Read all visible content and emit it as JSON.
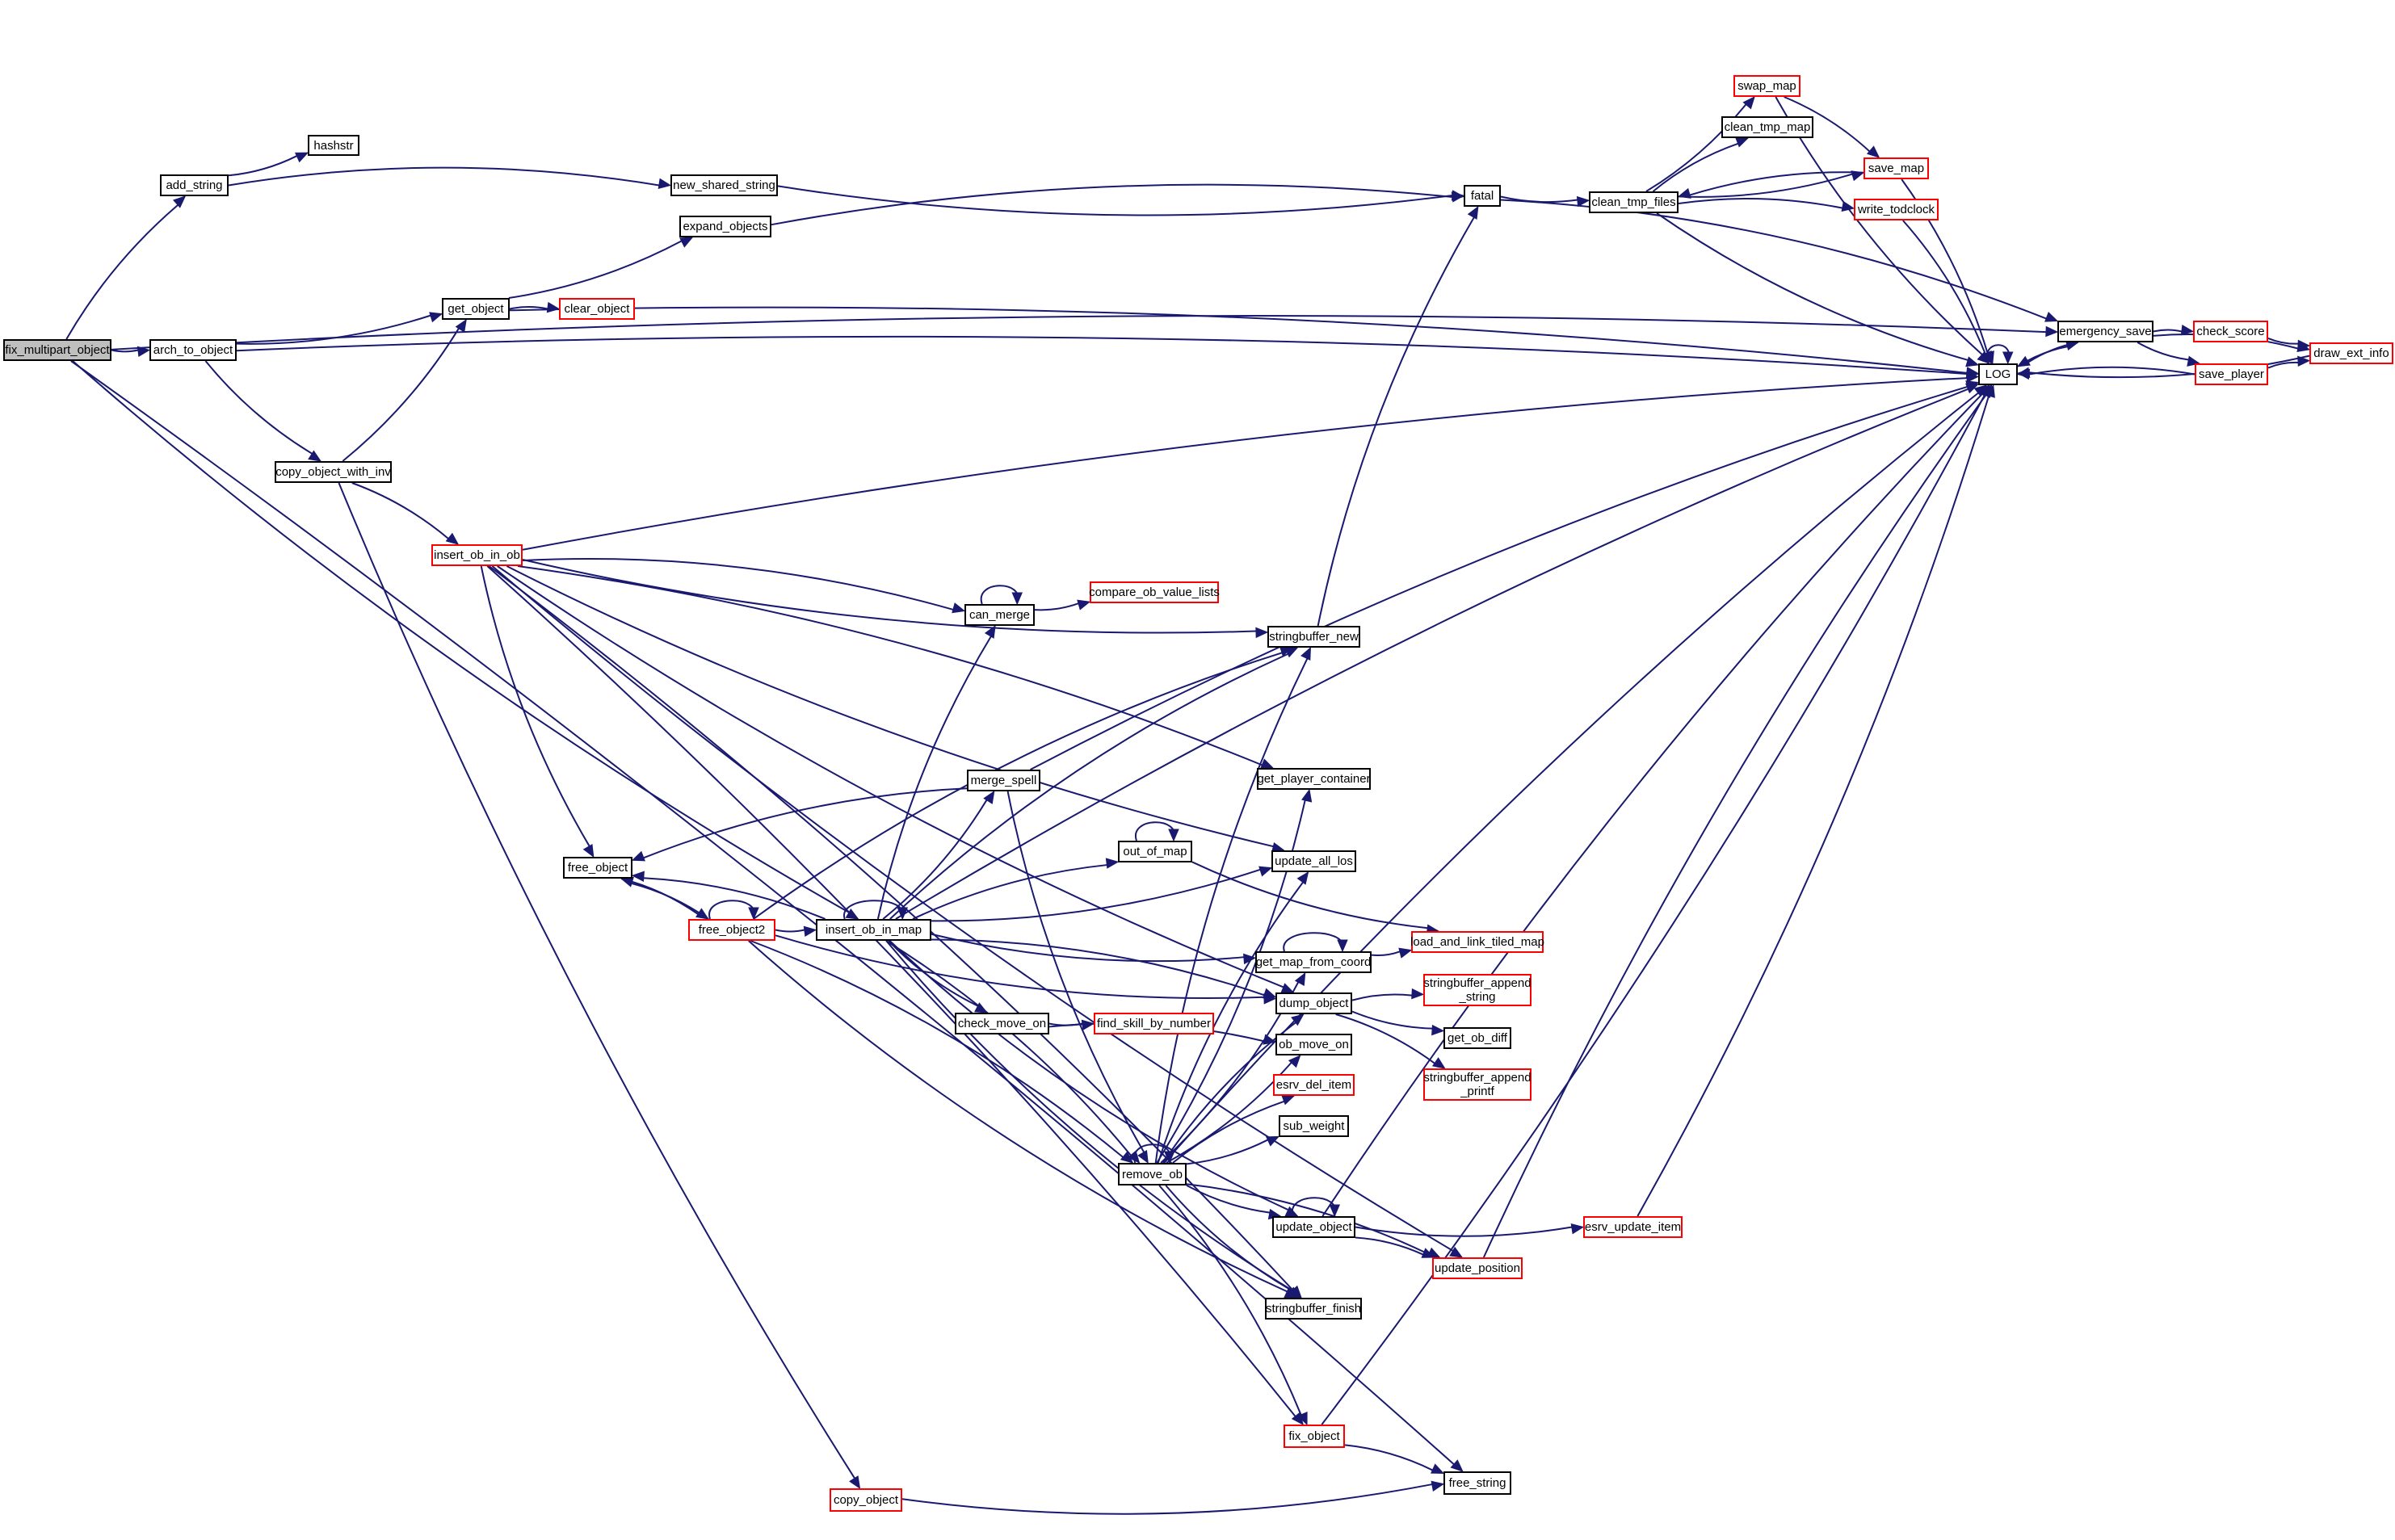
{
  "title": "fix_multipart_object call graph",
  "colors": {
    "edge": "#191970",
    "border": "#000000",
    "external_border": "#ff0000",
    "root_fill": "#bfbfbf"
  },
  "nodes": [
    {
      "id": "fix_multipart_object",
      "label": "fix_multipart_object",
      "kind": "root"
    },
    {
      "id": "add_string",
      "label": "add_string",
      "kind": "normal"
    },
    {
      "id": "hashstr",
      "label": "hashstr",
      "kind": "normal"
    },
    {
      "id": "new_shared_string",
      "label": "new_shared_string",
      "kind": "normal"
    },
    {
      "id": "expand_objects",
      "label": "expand_objects",
      "kind": "normal"
    },
    {
      "id": "fatal",
      "label": "fatal",
      "kind": "normal"
    },
    {
      "id": "clean_tmp_files",
      "label": "clean_tmp_files",
      "kind": "normal"
    },
    {
      "id": "swap_map",
      "label": "swap_map",
      "kind": "red"
    },
    {
      "id": "clean_tmp_map",
      "label": "clean_tmp_map",
      "kind": "normal"
    },
    {
      "id": "save_map",
      "label": "save_map",
      "kind": "red"
    },
    {
      "id": "write_todclock",
      "label": "write_todclock",
      "kind": "red"
    },
    {
      "id": "LOG",
      "label": "LOG",
      "kind": "normal"
    },
    {
      "id": "emergency_save",
      "label": "emergency_save",
      "kind": "normal"
    },
    {
      "id": "check_score",
      "label": "check_score",
      "kind": "red"
    },
    {
      "id": "save_player",
      "label": "save_player",
      "kind": "red"
    },
    {
      "id": "draw_ext_info",
      "label": "draw_ext_info",
      "kind": "red"
    },
    {
      "id": "arch_to_object",
      "label": "arch_to_object",
      "kind": "normal"
    },
    {
      "id": "get_object",
      "label": "get_object",
      "kind": "normal"
    },
    {
      "id": "clear_object",
      "label": "clear_object",
      "kind": "red"
    },
    {
      "id": "copy_object_with_inv",
      "label": "copy_object_with_inv",
      "kind": "normal"
    },
    {
      "id": "insert_ob_in_ob",
      "label": "insert_ob_in_ob",
      "kind": "red"
    },
    {
      "id": "can_merge",
      "label": "can_merge",
      "kind": "normal"
    },
    {
      "id": "compare_ob_value_lists",
      "label": "compare_ob_value_lists",
      "kind": "red"
    },
    {
      "id": "stringbuffer_new",
      "label": "stringbuffer_new",
      "kind": "normal"
    },
    {
      "id": "merge_spell",
      "label": "merge_spell",
      "kind": "normal"
    },
    {
      "id": "get_player_container",
      "label": "get_player_container",
      "kind": "normal"
    },
    {
      "id": "out_of_map",
      "label": "out_of_map",
      "kind": "normal"
    },
    {
      "id": "update_all_los",
      "label": "update_all_los",
      "kind": "normal"
    },
    {
      "id": "free_object",
      "label": "free_object",
      "kind": "normal"
    },
    {
      "id": "free_object2",
      "label": "free_object2",
      "kind": "red"
    },
    {
      "id": "insert_ob_in_map",
      "label": "insert_ob_in_map",
      "kind": "normal"
    },
    {
      "id": "get_map_from_coord",
      "label": "get_map_from_coord",
      "kind": "normal"
    },
    {
      "id": "load_and_link_tiled_map",
      "label": "load_and_link_tiled_map",
      "kind": "red"
    },
    {
      "id": "dump_object",
      "label": "dump_object",
      "kind": "normal"
    },
    {
      "id": "stringbuffer_append_string",
      "label": "stringbuffer_append\n_string",
      "kind": "red"
    },
    {
      "id": "get_ob_diff",
      "label": "get_ob_diff",
      "kind": "normal"
    },
    {
      "id": "stringbuffer_append_printf",
      "label": "stringbuffer_append\n_printf",
      "kind": "red"
    },
    {
      "id": "check_move_on",
      "label": "check_move_on",
      "kind": "normal"
    },
    {
      "id": "find_skill_by_number",
      "label": "find_skill_by_number",
      "kind": "red"
    },
    {
      "id": "ob_move_on",
      "label": "ob_move_on",
      "kind": "normal"
    },
    {
      "id": "esrv_del_item",
      "label": "esrv_del_item",
      "kind": "red"
    },
    {
      "id": "sub_weight",
      "label": "sub_weight",
      "kind": "normal"
    },
    {
      "id": "remove_ob",
      "label": "remove_ob",
      "kind": "normal"
    },
    {
      "id": "update_object",
      "label": "update_object",
      "kind": "normal"
    },
    {
      "id": "esrv_update_item",
      "label": "esrv_update_item",
      "kind": "red"
    },
    {
      "id": "update_position",
      "label": "update_position",
      "kind": "red"
    },
    {
      "id": "stringbuffer_finish",
      "label": "stringbuffer_finish",
      "kind": "normal"
    },
    {
      "id": "fix_object",
      "label": "fix_object",
      "kind": "red"
    },
    {
      "id": "copy_object",
      "label": "copy_object",
      "kind": "red"
    },
    {
      "id": "free_string",
      "label": "free_string",
      "kind": "normal"
    }
  ],
  "edges": [
    [
      "fix_multipart_object",
      "add_string"
    ],
    [
      "fix_multipart_object",
      "arch_to_object"
    ],
    [
      "fix_multipart_object",
      "emergency_save"
    ],
    [
      "fix_multipart_object",
      "insert_ob_in_map"
    ],
    [
      "fix_multipart_object",
      "free_string"
    ],
    [
      "add_string",
      "hashstr"
    ],
    [
      "add_string",
      "new_shared_string"
    ],
    [
      "new_shared_string",
      "fatal"
    ],
    [
      "expand_objects",
      "fatal"
    ],
    [
      "fatal",
      "clean_tmp_files"
    ],
    [
      "fatal",
      "emergency_save"
    ],
    [
      "clean_tmp_files",
      "swap_map"
    ],
    [
      "clean_tmp_files",
      "clean_tmp_map"
    ],
    [
      "clean_tmp_files",
      "save_map"
    ],
    [
      "clean_tmp_files",
      "write_todclock"
    ],
    [
      "clean_tmp_files",
      "LOG"
    ],
    [
      "swap_map",
      "save_map"
    ],
    [
      "swap_map",
      "LOG"
    ],
    [
      "save_map",
      "LOG"
    ],
    [
      "save_map",
      "clean_tmp_files"
    ],
    [
      "write_todclock",
      "LOG"
    ],
    [
      "LOG",
      "LOG"
    ],
    [
      "LOG",
      "emergency_save"
    ],
    [
      "emergency_save",
      "LOG"
    ],
    [
      "emergency_save",
      "check_score"
    ],
    [
      "emergency_save",
      "save_player"
    ],
    [
      "emergency_save",
      "draw_ext_info"
    ],
    [
      "check_score",
      "draw_ext_info"
    ],
    [
      "save_player",
      "draw_ext_info"
    ],
    [
      "save_player",
      "LOG"
    ],
    [
      "draw_ext_info",
      "LOG"
    ],
    [
      "arch_to_object",
      "get_object"
    ],
    [
      "arch_to_object",
      "LOG"
    ],
    [
      "arch_to_object",
      "copy_object_with_inv"
    ],
    [
      "get_object",
      "clear_object"
    ],
    [
      "get_object",
      "expand_objects"
    ],
    [
      "get_object",
      "LOG"
    ],
    [
      "copy_object_with_inv",
      "get_object"
    ],
    [
      "copy_object_with_inv",
      "insert_ob_in_ob"
    ],
    [
      "copy_object_with_inv",
      "copy_object"
    ],
    [
      "insert_ob_in_ob",
      "LOG"
    ],
    [
      "insert_ob_in_ob",
      "stringbuffer_new"
    ],
    [
      "insert_ob_in_ob",
      "get_player_container"
    ],
    [
      "insert_ob_in_ob",
      "update_all_los"
    ],
    [
      "insert_ob_in_ob",
      "can_merge"
    ],
    [
      "insert_ob_in_ob",
      "free_object"
    ],
    [
      "insert_ob_in_ob",
      "stringbuffer_finish"
    ],
    [
      "insert_ob_in_ob",
      "update_position"
    ],
    [
      "insert_ob_in_ob",
      "fix_object"
    ],
    [
      "insert_ob_in_ob",
      "dump_object"
    ],
    [
      "can_merge",
      "can_merge"
    ],
    [
      "can_merge",
      "compare_ob_value_lists"
    ],
    [
      "stringbuffer_new",
      "fatal"
    ],
    [
      "merge_spell",
      "free_object"
    ],
    [
      "merge_spell",
      "LOG"
    ],
    [
      "merge_spell",
      "remove_ob"
    ],
    [
      "out_of_map",
      "out_of_map"
    ],
    [
      "out_of_map",
      "load_and_link_tiled_map"
    ],
    [
      "free_object",
      "free_object2"
    ],
    [
      "free_object2",
      "free_object"
    ],
    [
      "free_object2",
      "free_object2"
    ],
    [
      "free_object2",
      "insert_ob_in_map"
    ],
    [
      "free_object2",
      "stringbuffer_new"
    ],
    [
      "free_object2",
      "dump_object"
    ],
    [
      "free_object2",
      "remove_ob"
    ],
    [
      "free_object2",
      "stringbuffer_finish"
    ],
    [
      "insert_ob_in_map",
      "insert_ob_in_map"
    ],
    [
      "insert_ob_in_map",
      "free_object"
    ],
    [
      "insert_ob_in_map",
      "can_merge"
    ],
    [
      "insert_ob_in_map",
      "merge_spell"
    ],
    [
      "insert_ob_in_map",
      "out_of_map"
    ],
    [
      "insert_ob_in_map",
      "update_all_los"
    ],
    [
      "insert_ob_in_map",
      "LOG"
    ],
    [
      "insert_ob_in_map",
      "get_map_from_coord"
    ],
    [
      "insert_ob_in_map",
      "dump_object"
    ],
    [
      "insert_ob_in_map",
      "check_move_on"
    ],
    [
      "insert_ob_in_map",
      "remove_ob"
    ],
    [
      "insert_ob_in_map",
      "update_object"
    ],
    [
      "insert_ob_in_map",
      "stringbuffer_new"
    ],
    [
      "insert_ob_in_map",
      "stringbuffer_finish"
    ],
    [
      "get_map_from_coord",
      "get_map_from_coord"
    ],
    [
      "get_map_from_coord",
      "load_and_link_tiled_map"
    ],
    [
      "dump_object",
      "stringbuffer_append_string"
    ],
    [
      "dump_object",
      "get_ob_diff"
    ],
    [
      "dump_object",
      "stringbuffer_append_printf"
    ],
    [
      "check_move_on",
      "find_skill_by_number"
    ],
    [
      "check_move_on",
      "ob_move_on"
    ],
    [
      "remove_ob",
      "remove_ob"
    ],
    [
      "remove_ob",
      "stringbuffer_new"
    ],
    [
      "remove_ob",
      "get_player_container"
    ],
    [
      "remove_ob",
      "update_all_los"
    ],
    [
      "remove_ob",
      "get_map_from_coord"
    ],
    [
      "remove_ob",
      "dump_object"
    ],
    [
      "remove_ob",
      "ob_move_on"
    ],
    [
      "remove_ob",
      "esrv_del_item"
    ],
    [
      "remove_ob",
      "sub_weight"
    ],
    [
      "remove_ob",
      "LOG"
    ],
    [
      "remove_ob",
      "update_object"
    ],
    [
      "remove_ob",
      "update_position"
    ],
    [
      "remove_ob",
      "stringbuffer_finish"
    ],
    [
      "remove_ob",
      "fix_object"
    ],
    [
      "update_object",
      "update_object"
    ],
    [
      "update_object",
      "LOG"
    ],
    [
      "update_object",
      "esrv_update_item"
    ],
    [
      "update_object",
      "update_position"
    ],
    [
      "esrv_update_item",
      "LOG"
    ],
    [
      "update_position",
      "LOG"
    ],
    [
      "fix_object",
      "LOG"
    ],
    [
      "fix_object",
      "free_string"
    ],
    [
      "copy_object",
      "free_string"
    ]
  ]
}
